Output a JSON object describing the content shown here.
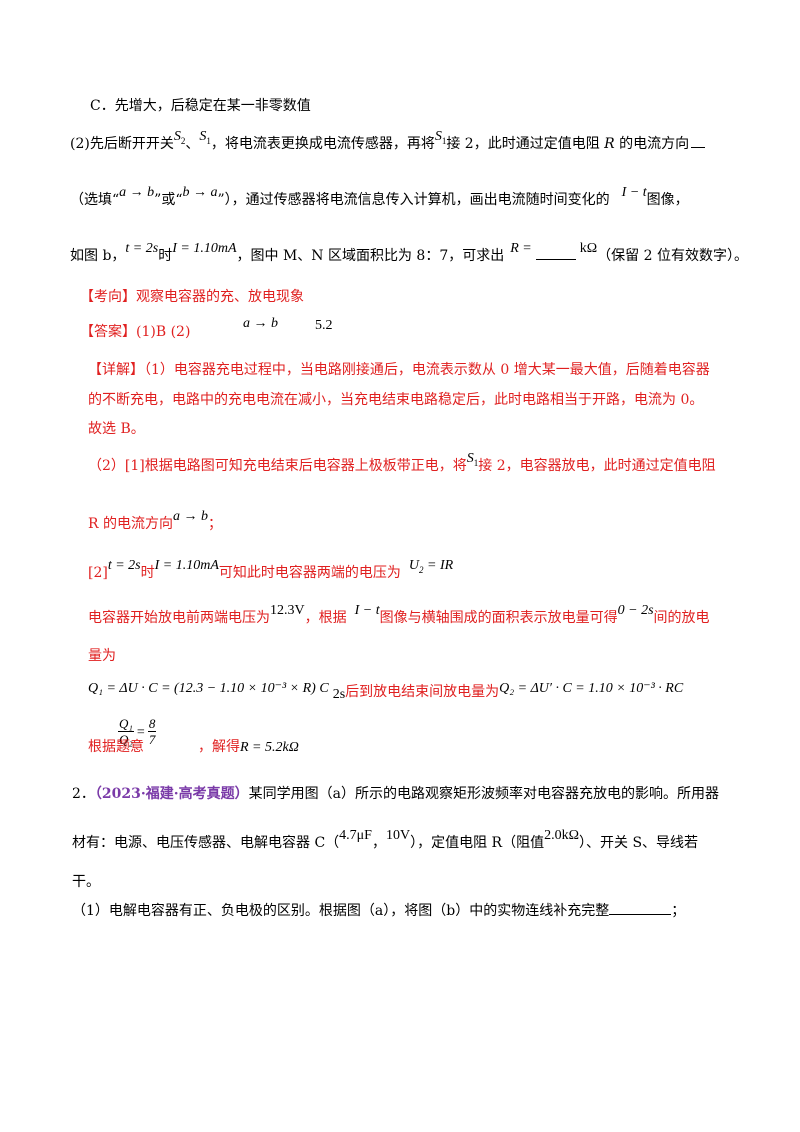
{
  "option_c": "C．先增大，后稳定在某一非零数值",
  "q2": {
    "part2_prefix": "(2)先后断开开关",
    "s2": "S",
    "s2_sub": "2",
    "sep": "、",
    "s1": "S",
    "s1_sub": "1",
    "part2_mid": "，将电流表更换成电流传感器，再将",
    "part2_mid2": "接 2，此时通过定值电阻 ",
    "R": "R",
    "part2_end": " 的电流方向",
    "options_open": "（选填“",
    "opt_ab": "a → b",
    "options_or": "”或“",
    "opt_ba": "b → a",
    "options_close": "”），通过传感器将电流信息传入计算机，画出电流随时间变化的",
    "it": "I − t",
    "graph_word": "图像，",
    "fig_b": "如图 b，",
    "t_eq": "t = 2s",
    "shi": "时",
    "I_eq": "I = 1.10mA",
    "mn_text": "，图中 M、N 区域面积比为 8：7，可求出",
    "R_eq": "R =",
    "kohm": "kΩ",
    "keep": "（保留 2 位有效数字）。"
  },
  "kaoxiang": {
    "label": "【考向】",
    "text": "观察电容器的充、放电现象"
  },
  "answer": {
    "label": "【答案】",
    "text": "(1)B   (2)",
    "ab": "a → b",
    "value": "5.2"
  },
  "detail": {
    "label": "【详解】",
    "p1_line1": "（1）电容器充电过程中，当电路刚接通后，电流表示数从 0 增大某一最大值，后随着电容器",
    "p1_line2": "的不断充电，电路中的充电电流在减小，当充电结束电路稳定后，此时电路相当于开路，电流为 0。",
    "p1_line3": "故选 B。",
    "p2_line1a": "（2）[1]根据电路图可知充电结束后电容器上极板带正电，将",
    "p2_s1": "S",
    "p2_s1_sub": "1",
    "p2_line1b": "接 2，电容器放电，此时通过定值电阻",
    "p2_line2a": "R 的电流方向",
    "p2_ab": "a → b",
    "p2_line2b": "；",
    "p3_prefix": "[2]",
    "p3_t": "t = 2s",
    "p3_shi": "时",
    "p3_I": "I = 1.10mA",
    "p3_text": "可知此时电容器两端的电压为",
    "p3_U": "U",
    "p3_U_sub": "2",
    "p3_U_rest": " = IR",
    "p4_a": "电容器开始放电前两端电压为",
    "p4_v": "12.3V",
    "p4_b": "，根据",
    "p4_it": "I − t",
    "p4_c": "图像与横轴围成的面积表示放电量可得",
    "p4_range": "0 − 2s",
    "p4_d": "间的放电",
    "p4_line2": "量为",
    "q1_expr": "Q₁ = ΔU · C = (12.3 − 1.10 × 10⁻³ × R) C",
    "q1_t": "2s",
    "q1_text": "后到放电结束间放电量为",
    "q2_expr": "Q₂ = ΔU′ · C = 1.10 × 10⁻³ · RC",
    "ratio_num": "Q₁",
    "ratio_den": "Q₂",
    "ratio_eq": "=",
    "ratio_n": "8",
    "ratio_d": "7",
    "final_a": "根据题意",
    "final_b": "，解得",
    "final_r": "R = 5.2kΩ"
  },
  "q_next": {
    "number": "2．",
    "source": "（2023·福建·高考真题）",
    "line1a": "某同学用图（a）所示的电路观察矩形波频率对电容器充放电的影响。所用器",
    "line2a": "材有：电源、电压传感器、电解电容器 C（",
    "cap": "4.7μF",
    "comma": "，",
    "volt": "10V",
    "line2b": "），定值电阻 R（阻值",
    "rval": "2.0kΩ",
    "line2c": "）、开关 S、导线若",
    "line3": "干。",
    "sub1": "（1）电解电容器有正、负电极的区别。根据图（a），将图（b）中的实物连线补充完整",
    "sub1_end": "；"
  }
}
